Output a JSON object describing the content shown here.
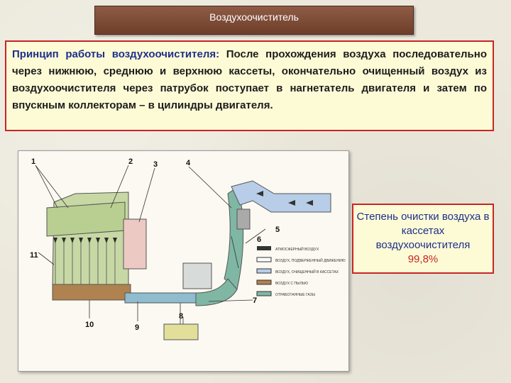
{
  "title": "Воздухоочиститель",
  "description": {
    "lead": "Принцип работы воздухоочистителя:",
    "body": " После прохождения воздуха последовательно через нижнюю, среднюю и верхнюю кассеты, окончательно очищенный воздух из воздухоочистителя через патрубок поступает в нагнетатель двигателя и затем по впускным коллекторам – в цилиндры двигателя."
  },
  "diagram": {
    "callouts": [
      "1",
      "2",
      "3",
      "4",
      "5",
      "6",
      "7",
      "8",
      "9",
      "10",
      "11"
    ],
    "legend": [
      "АТМОСФЕРНЫЙ ВОЗДУХ",
      "ВОЗДУХ, ПОДВЕРЖЕННЫЙ ДВИЖЕНИЮ",
      "ВОЗДУХ, ОЧИЩЕННЫЙ В КАССЕТАХ",
      "ВОЗДУХ С ПЫЛЬЮ",
      "ОТРАБОТАННЫЕ ГАЗЫ"
    ]
  },
  "efficiency": {
    "label": "Степень очистки воздуха в кассетах воздухоочистителя",
    "value": "99,8%"
  },
  "colors": {
    "title_bar": "#7b4a34",
    "frame_red": "#c62626",
    "box_fill": "#fdfbd6",
    "blue_text": "#1f2f8a",
    "filter_green": "#c8d8a4",
    "pipe_teal": "#7fb7a4",
    "air_blue": "#b7cde8",
    "housing_pink": "#ecc9c3",
    "dust_yellow": "#e2df9a"
  }
}
